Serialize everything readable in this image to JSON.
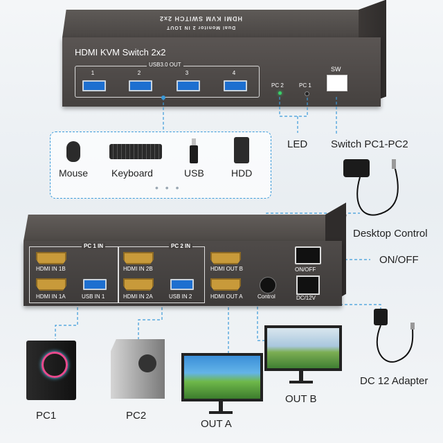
{
  "front_panel": {
    "top_print_1": "HDMI KVM SWITCH 2x2",
    "top_print_2": "Dual Monitor 2 IN 1OUT",
    "title": "HDMI KVM Switch 2x2",
    "usb_header": "USB3.0 OUT",
    "usb_ports": [
      "1",
      "2",
      "3",
      "4"
    ],
    "led_pc2": "PC 2",
    "led_pc1": "PC 1",
    "sw_label": "SW"
  },
  "callouts": {
    "led": "LED",
    "switch": "Switch PC1-PC2",
    "desktop_control": "Desktop Control",
    "on_off": "ON/OFF",
    "dc_adapter": "DC 12 Adapter"
  },
  "peripherals": {
    "items": [
      "Mouse",
      "Keyboard",
      "USB",
      "HDD"
    ],
    "more": "• • •"
  },
  "back_panel": {
    "pc1_in": "PC 1 IN",
    "pc2_in": "PC 2 IN",
    "hdmi_in_1b": "HDMI IN 1B",
    "hdmi_in_2b": "HDMI IN 2B",
    "hdmi_out_b": "HDMI OUT B",
    "hdmi_in_1a": "HDMI IN 1A",
    "usb_in_1": "USB IN 1",
    "hdmi_in_2a": "HDMI IN 2A",
    "usb_in_2": "USB IN 2",
    "hdmi_out_a": "HDMI OUT A",
    "control": "Control",
    "on_off": "ON/OFF",
    "dc": "DC/12V"
  },
  "devices": {
    "pc1": "PC1",
    "pc2": "PC2",
    "out_a": "OUT A",
    "out_b": "OUT B"
  },
  "colors": {
    "accent": "#3a9ad9",
    "device_body": "#4a4644",
    "usb_port": "#1d6fd0",
    "hdmi_port": "#c89a3a"
  }
}
